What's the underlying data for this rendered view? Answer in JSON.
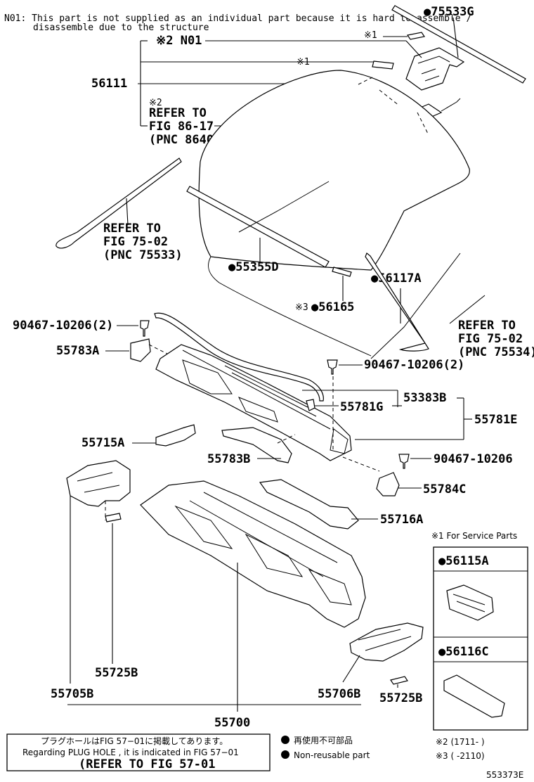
{
  "note_n01": {
    "line1": "N01: This part is not supplied as an individual part because it is hard to assemble /",
    "line2": "disassemble due to the structure"
  },
  "labels": {
    "p75533g": "●75533G",
    "star1_top": "※1",
    "star2_n01": "※2 N01",
    "star1_mid": "※1",
    "p56111": "56111",
    "star2_refer": "※2",
    "refer_fig86_a": "REFER TO",
    "refer_fig86_b": "FIG 86-17",
    "refer_fig86_c": "(PNC 86401)",
    "refer_fig75_a": "REFER TO",
    "refer_fig75_b": "FIG 75-02",
    "refer_fig75_c": "(PNC 75533)",
    "p55355d": "●55355D",
    "p56117a": "●56117A",
    "star3": "※3",
    "p56165": "●56165",
    "refer_fig75r_a": "REFER TO",
    "refer_fig75r_b": "FIG 75-02",
    "refer_fig75r_c": "(PNC 75534)",
    "p90467_left": "90467-10206(2)",
    "p55783a": "55783A",
    "p90467_mid": "90467-10206(2)",
    "p55781g": "55781G",
    "p53383b": "53383B",
    "p55781e": "55781E",
    "p55715a": "55715A",
    "p55783b": "55783B",
    "p90467_right": "90467-10206",
    "p55784c": "55784C",
    "p55716a": "55716A",
    "p55725b_mid": "55725B",
    "p55705b": "55705B",
    "p55706b": "55706B",
    "p55725b_right": "55725B",
    "p55700": "55700"
  },
  "service_parts": {
    "header": "※1 For Service Parts",
    "item1": "●56115A",
    "item2": "●56116C"
  },
  "footnotes": {
    "star2_range": "※2 (1711-      )",
    "star3_range": "※3 (      -2110)"
  },
  "plug_box": {
    "line1": "プラグホールはFIG 57−01に掲載してあります。",
    "line2": "Regarding  PLUG  HOLE , it is indicated in FIG  57−01",
    "line3": "(REFER TO FIG 57-01"
  },
  "legend": {
    "jp": "再使用不可部品",
    "en": "Non-reusable part"
  },
  "figure_id": "553373E"
}
